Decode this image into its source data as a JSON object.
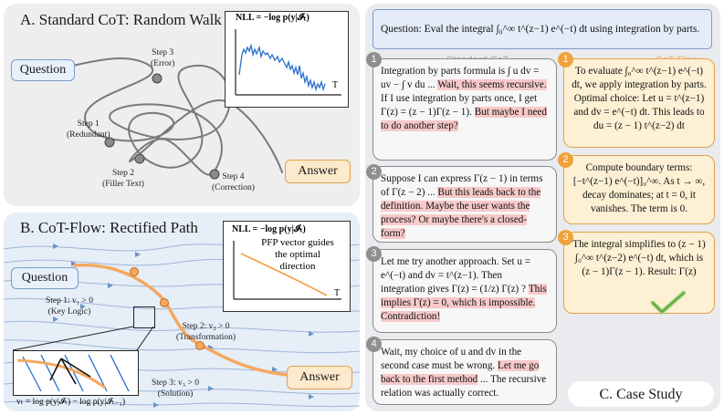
{
  "panel_a": {
    "title": "A. Standard CoT: Random Walk",
    "question": "Question",
    "answer": "Answer",
    "inset_label": "NLL = −log p(y|𝓘ₜ)",
    "inset_axis_t": "T",
    "steps": [
      {
        "line1": "Step 3",
        "line2": "(Error)"
      },
      {
        "line1": "Step 1",
        "line2": "(Redundant)"
      },
      {
        "line1": "Step 2",
        "line2": "(Filler Text)"
      },
      {
        "line1": "Step 4",
        "line2": "(Correction)"
      }
    ]
  },
  "panel_b": {
    "title": "B. CoT-Flow: Rectified Path",
    "question": "Question",
    "answer": "Answer",
    "inset_label": "NLL = −log p(y|𝓘ₜ)",
    "inset_axis_t": "T",
    "inset_note": [
      "PFP vector guides",
      "the optimal",
      "direction"
    ],
    "steps": [
      {
        "line1": "Step 1: v₁ > 0",
        "line2": "(Key Logic)"
      },
      {
        "line1": "Step 2: v₂ > 0",
        "line2": "(Transformation)"
      },
      {
        "line1": "Step 3: v₃ > 0",
        "line2": "(Solution)"
      }
    ],
    "formula": "vₜ = log p(y|𝓘ₜ) − log p(y|𝓘ₜ₋₁)"
  },
  "panel_c": {
    "title": "C. Case Study",
    "question": "Question: Eval the integral ∫₀^∞ t^(z−1) e^(−t) dt using integration by parts.",
    "standard_header": "Standard CoT",
    "flow_header": "CoT-Flow",
    "standard_steps": [
      {
        "n": "1",
        "plain": "Integration by parts formula is ∫ u dv = uv − ∫ v du ... ",
        "red": "Wait, this seems recursive.",
        "plain2": " If I use integration by parts once, I get Γ(z) = (z − 1)Γ(z − 1). ",
        "red2": "But maybe I need to do another step?"
      },
      {
        "n": "2",
        "plain": "Suppose I can express Γ(z − 1) in terms of Γ(z − 2) ... ",
        "red": "But this leads back to the definition. Maybe the user wants the process? Or maybe there's a closed-form?",
        "plain2": "",
        "red2": ""
      },
      {
        "n": "3",
        "plain": "Let me try another approach. Set u = e^(−t) and dv = t^(z−1). Then integration gives Γ(z) = (1/z) Γ(z) ? ",
        "red": "This implies Γ(z) = 0, which is impossible. Contradiction!",
        "plain2": "",
        "red2": ""
      },
      {
        "n": "4",
        "plain": "Wait, my choice of u and dv in the second case must be wrong. ",
        "red": "Let me go back to the first method",
        "plain2": " ... The recursive relation was actually correct.",
        "red2": ""
      }
    ],
    "flow_steps": [
      {
        "n": "1",
        "text": "To evaluate ∫₀^∞ t^(z−1) e^(−t) dt, we apply integration by parts. Optimal choice: Let u = t^(z−1) and dv = e^(−t) dt. This leads to du = (z − 1) t^(z−2) dt"
      },
      {
        "n": "2",
        "text": "Compute boundary terms: [−t^(z−1) e^(−t)]₀^∞. As t → ∞, decay dominates; at t = 0, it vanishes. The term is 0."
      },
      {
        "n": "3",
        "text": "The integral simplifies to (z − 1) ∫₀^∞ t^(z−2) e^(−t) dt, which is (z − 1)Γ(z − 1). Result: Γ(z)"
      }
    ]
  },
  "colors": {
    "blue_accent": "#2a6fc9",
    "orange_accent": "#f0a23c",
    "red_highlight": "#f7c9c9"
  }
}
